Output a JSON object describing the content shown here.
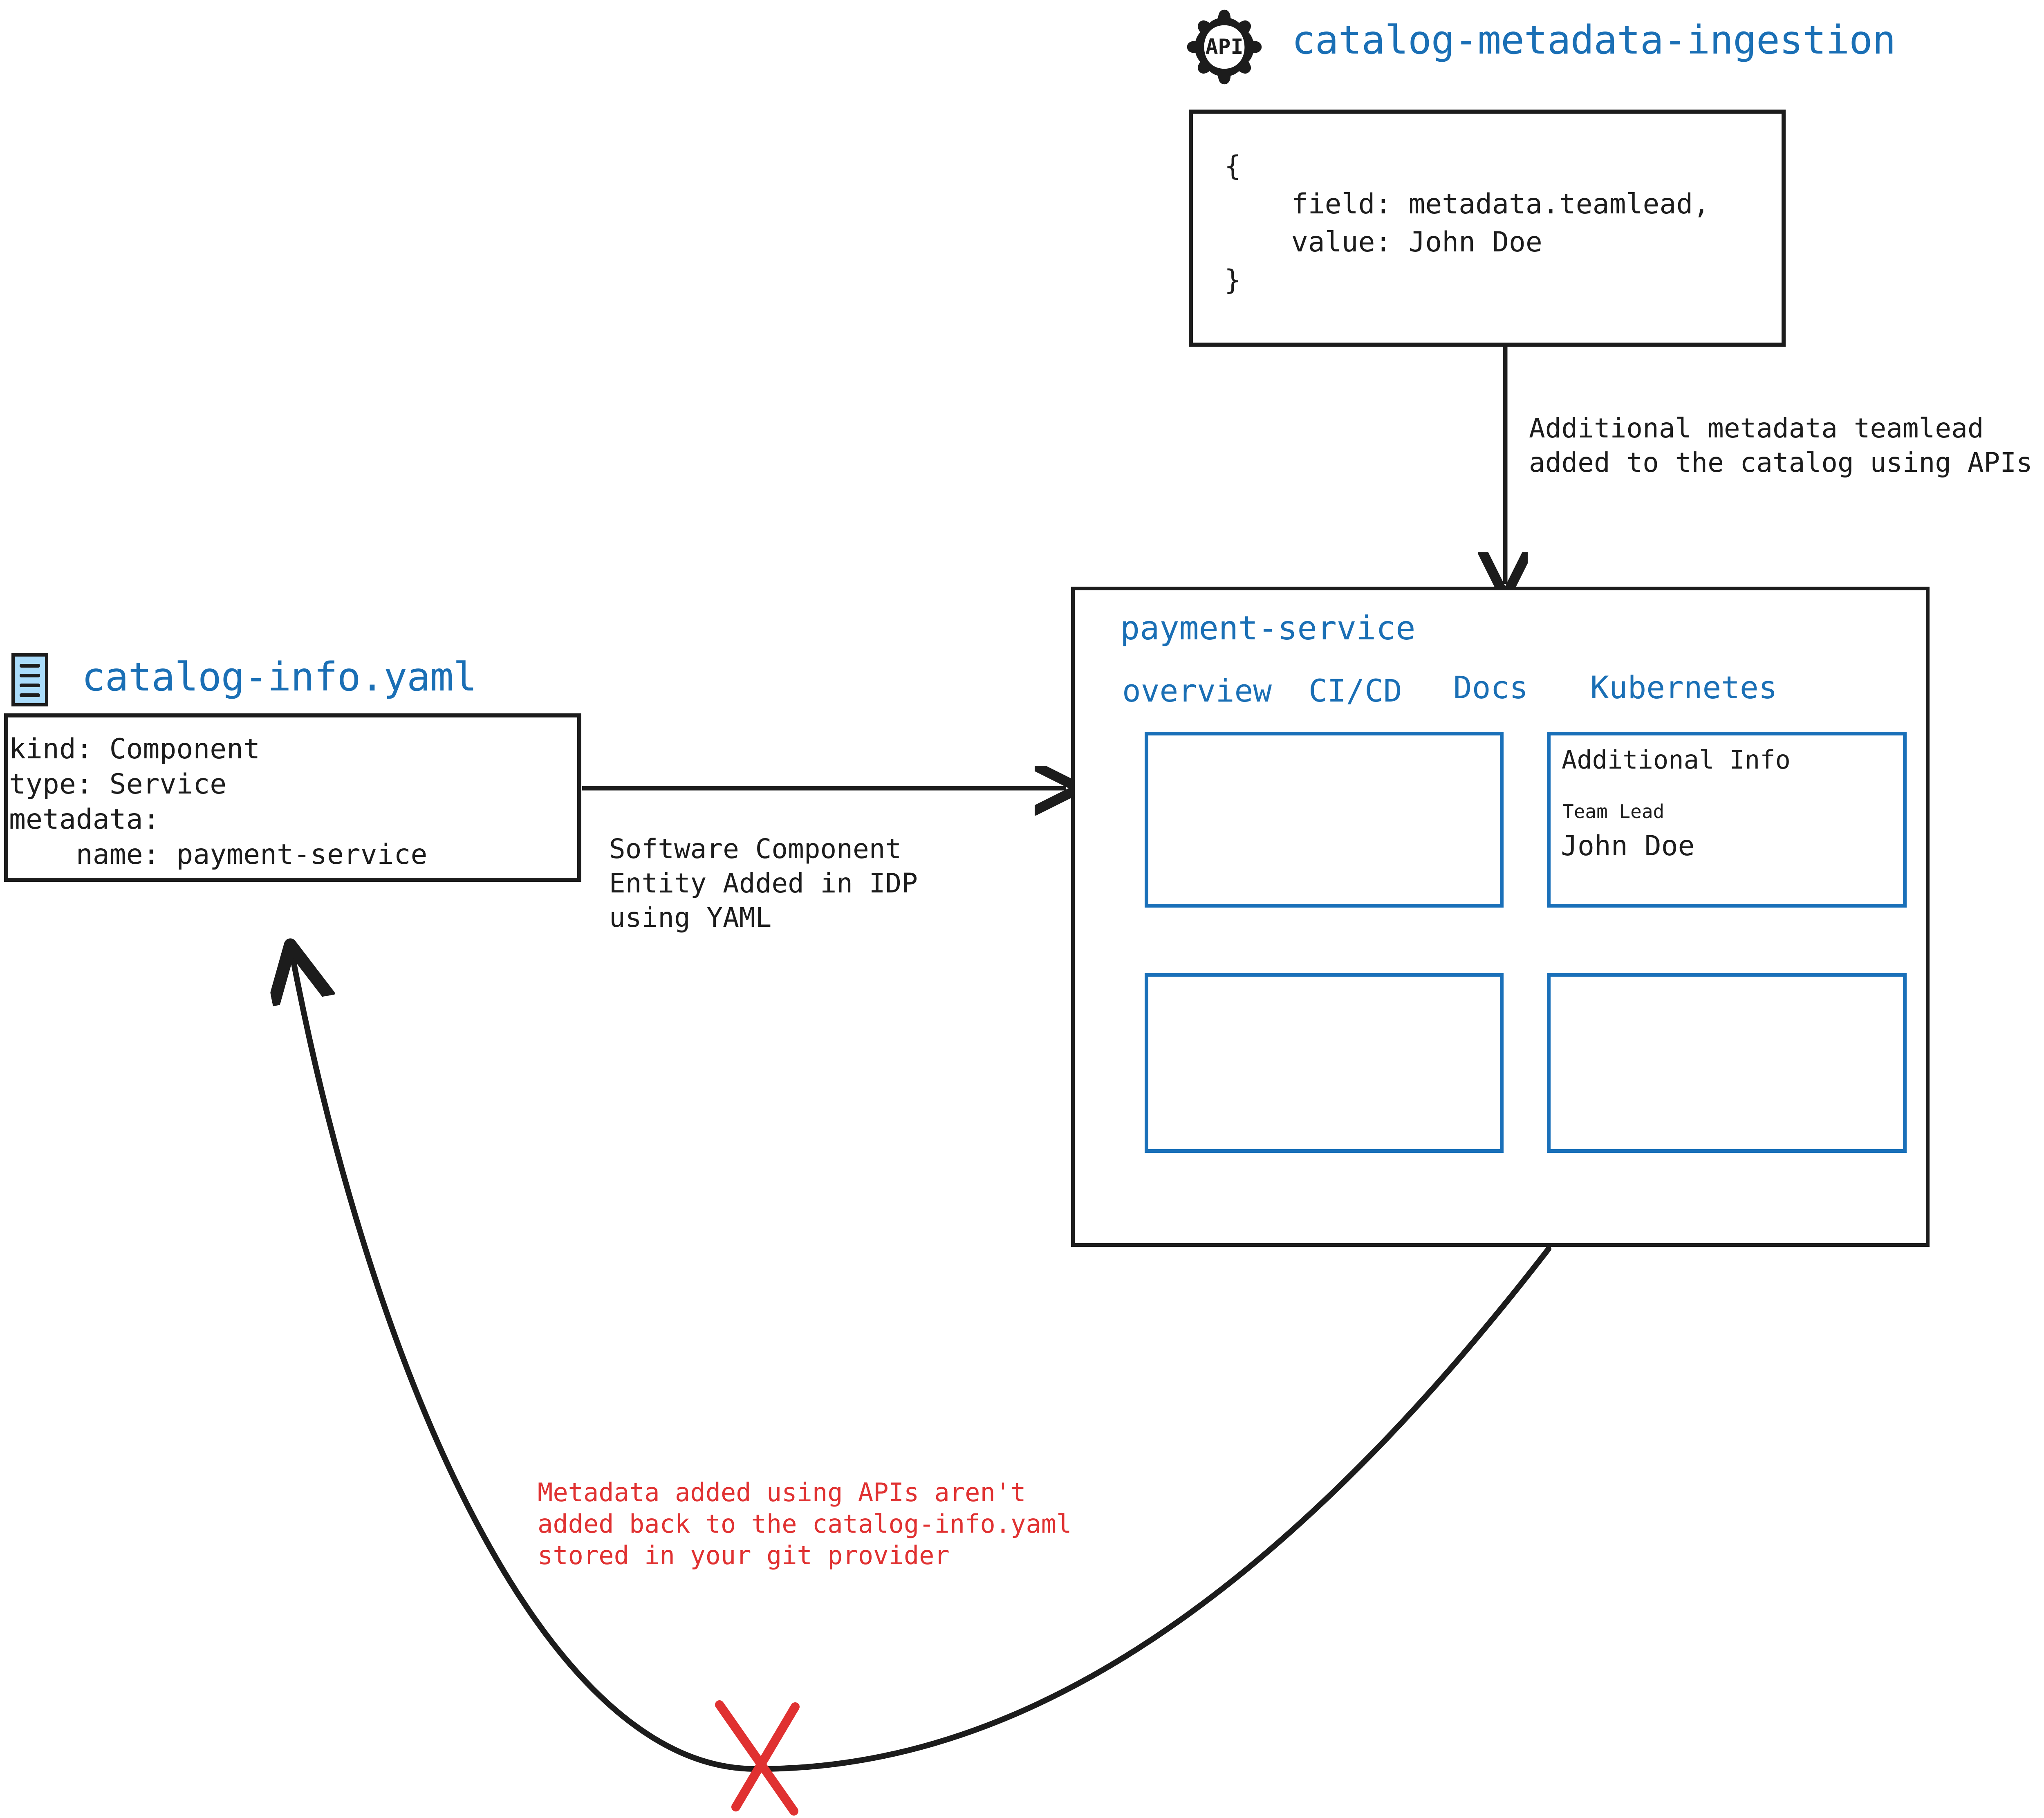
{
  "api_source": {
    "icon_label": "API",
    "title": "catalog-metadata-ingestion",
    "code": "{\n    field: metadata.teamlead,\n    value: John Doe\n}"
  },
  "yaml_source": {
    "icon_name": "yaml-file-icon",
    "title": "catalog-info.yaml",
    "code": "kind: Component\ntype: Service\nmetadata:\n    name: payment-service"
  },
  "idp_panel": {
    "title": "payment-service",
    "tabs": [
      {
        "label": "overview"
      },
      {
        "label": "CI/CD"
      },
      {
        "label": "Docs"
      },
      {
        "label": "Kubernetes"
      }
    ],
    "cards": {
      "additional_info": {
        "heading": "Additional Info",
        "field_label": "Team Lead",
        "field_value": "John Doe"
      }
    }
  },
  "edges": {
    "api_to_panel": "Additional metadata teamlead\nadded to the catalog using APIs",
    "yaml_to_panel": "Software Component\nEntity Added in IDP\nusing YAML",
    "panel_to_yaml_warning": "Metadata added using APIs aren't\nadded back to the catalog-info.yaml\nstored in your git provider"
  },
  "colors": {
    "accent_blue": "#1a6fb5",
    "card_blue": "#1a70b9",
    "warning_red": "#e03131",
    "stroke_black": "#1c1c1c",
    "yaml_icon_fill": "#aadcfb"
  }
}
